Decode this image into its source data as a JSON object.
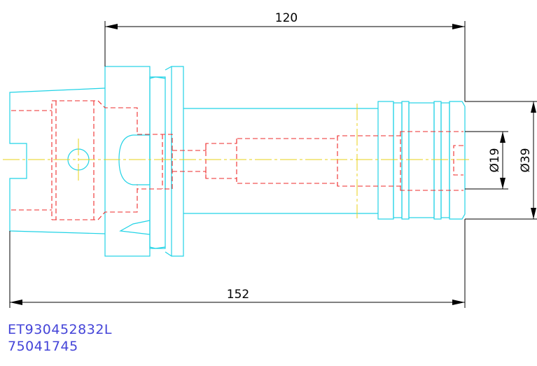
{
  "dimensions": {
    "total_length": "152",
    "gauge_length": "120",
    "inner_diameter": "Ø19",
    "outer_diameter": "Ø39"
  },
  "part_codes": {
    "line1": "ET930452832L",
    "line2": "75041745"
  },
  "colors": {
    "outline": "#22d3e6",
    "hidden_lines": "#ee2b2b",
    "center_lines": "#e8d21a",
    "dimension_lines": "#000000",
    "part_code_text": "#4444d8"
  }
}
